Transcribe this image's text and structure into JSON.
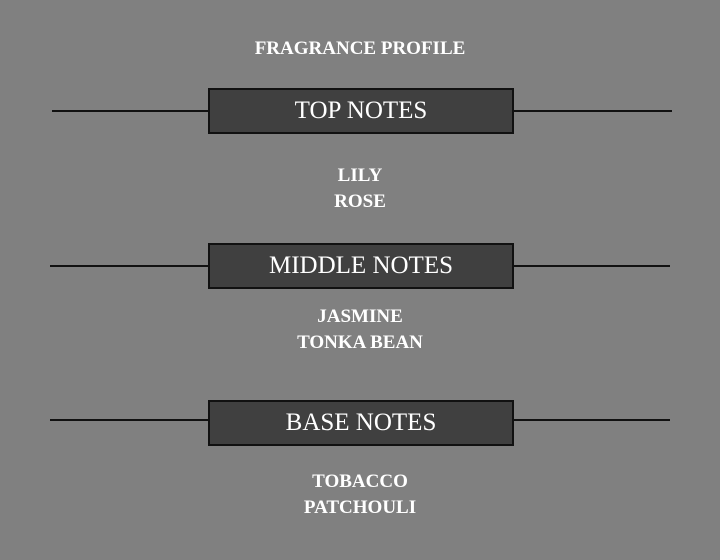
{
  "title": "FRAGRANCE PROFILE",
  "sections": [
    {
      "label": "TOP NOTES",
      "notes": [
        "LILY",
        "ROSE"
      ]
    },
    {
      "label": "MIDDLE NOTES",
      "notes": [
        "JASMINE",
        "TONKA BEAN"
      ]
    },
    {
      "label": "BASE NOTES",
      "notes": [
        "TOBACCO",
        "PATCHOULI"
      ]
    }
  ],
  "colors": {
    "background": "#808080",
    "box": "#404040",
    "line": "#111111",
    "text": "#ffffff"
  }
}
